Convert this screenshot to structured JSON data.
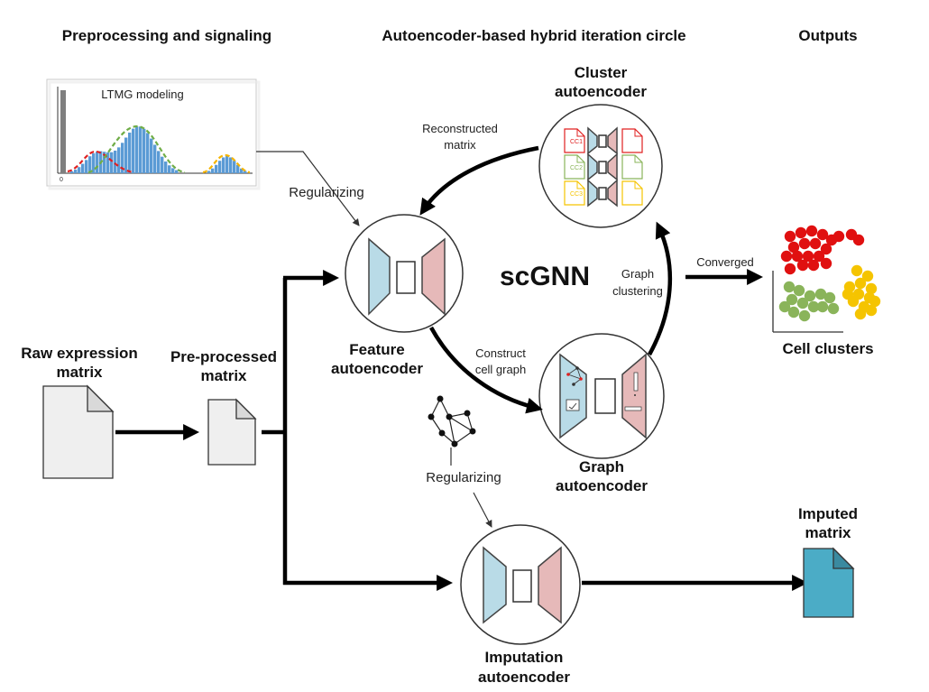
{
  "headers": {
    "left": "Preprocessing and signaling",
    "center": "Autoencoder-based hybrid iteration circle",
    "right": "Outputs"
  },
  "ltmg": {
    "title": "LTMG modeling",
    "zero_label": "0",
    "colors": {
      "blue": "#5b9bd5",
      "red": "#e02020",
      "green": "#70ad47",
      "orange": "#f5b400"
    }
  },
  "labels": {
    "regularizing_top": "Regularizing",
    "regularizing_bottom": "Regularizing",
    "reconstructed_1": "Reconstructed",
    "reconstructed_2": "matrix",
    "construct_1": "Construct",
    "construct_2": "cell graph",
    "graph_clust_1": "Graph",
    "graph_clust_2": "clustering",
    "converged": "Converged",
    "scgnn": "scGNN"
  },
  "nodes": {
    "raw_1": "Raw expression",
    "raw_2": "matrix",
    "pre_1": "Pre-processed",
    "pre_2": "matrix",
    "feature_1": "Feature",
    "feature_2": "autoencoder",
    "cluster_1": "Cluster",
    "cluster_2": "autoencoder",
    "graph_1": "Graph",
    "graph_2": "autoencoder",
    "imputation_1": "Imputation",
    "imputation_2": "autoencoder",
    "cell_clusters": "Cell clusters",
    "imputed_1": "Imputed",
    "imputed_2": "matrix"
  },
  "cluster_tags": [
    "CC1",
    "CC2",
    "CC3"
  ],
  "colors": {
    "encoder": "#b9dbe7",
    "decoder": "#e6b9b9",
    "cluster_red": "#e01010",
    "cluster_green": "#8ab45a",
    "cluster_yellow": "#f5c400",
    "imputed_doc": "#4bacc6"
  }
}
